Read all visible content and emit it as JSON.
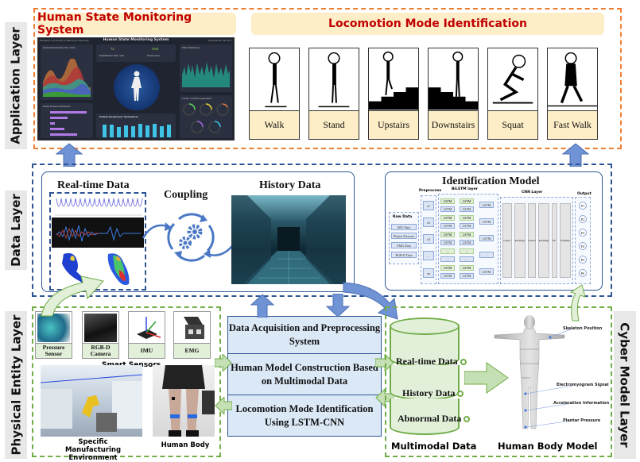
{
  "layers": {
    "application": "Application Layer",
    "data": "Data Layer",
    "physical": "Physical Entity Layer",
    "cyber": "Cyber Model Layer"
  },
  "application": {
    "monitoring_title": "Human State Monitoring System",
    "locomotion_title": "Locomotion Mode Identification",
    "dashboard": {
      "header_left": "Zhejiang University & Beihang University",
      "title": "Human State Monitoring System",
      "header_right": "2023/01/05 13:70:0",
      "inertial_panel": "Inertial Measurement Unit / Units",
      "rehab_value": "72",
      "rehab_label": "Rehabilitation Time / min",
      "status_value": "Well",
      "status_label": "Patient status",
      "emg_panel": "EMG Distribution",
      "plantar_panel": "Plantar Pressure Distribution",
      "resp_panel": "Human Respiratory Metabolism",
      "cardiac_panel": "Cardiac Condition Assessment"
    },
    "modes": [
      "Walk",
      "Stand",
      "Upstairs",
      "Downstairs",
      "Squat",
      "Fast Walk"
    ]
  },
  "data_layer": {
    "realtime_title": "Real-time Data",
    "coupling_title": "Coupling",
    "history_title": "History Data",
    "model_title": "Identification Model",
    "model": {
      "raw_data_title": "Raw Data",
      "raw_inputs": [
        "IMU Data",
        "Plantar Pressure",
        "EMG Data",
        "RGB-D Data"
      ],
      "preprocess_title": "Preprocess",
      "preprocess_nodes": [
        "x1",
        "x2",
        "x3",
        "...",
        "xn"
      ],
      "bilstm_title": "BiLSTM layer",
      "lstm_label": "LSTM",
      "cnn_title": "CNN Layer",
      "cnn_layers": [
        "Conv1",
        "Pooling1",
        "Conv2",
        "Pooling2",
        "FC",
        "Softmax"
      ],
      "output_title": "Output",
      "outputs": [
        "P1",
        "P2",
        "P3",
        "P4",
        "P5",
        "P6"
      ]
    }
  },
  "physical": {
    "sensors": [
      {
        "label": "Pressure Sensor"
      },
      {
        "label": "RGB-D Camera"
      },
      {
        "label": "IMU"
      },
      {
        "label": "EMG"
      }
    ],
    "sensors_caption": "Smart Sensors",
    "environment_caption": "Specific Manufacturing Environment",
    "human_caption": "Human Body"
  },
  "system": {
    "acquisition": "Data Acquisition and Preprocessing System",
    "construction": "Human Model Construction Based on Multimodal Data",
    "identification": "Locomotion Mode Identification Using LSTM-CNN"
  },
  "cyber": {
    "db_items": [
      "Real-time Data",
      "History Data",
      "Abnormal Data"
    ],
    "db_caption": "Multimodal Data",
    "body_caption": "Human Body Model",
    "annotations": [
      "Skeleton Position",
      "Electromyogram Signal",
      "Acceleration Information",
      "Plantar Pressure"
    ]
  },
  "colors": {
    "application_border": "#ef7d31",
    "data_border": "#2f5597",
    "physical_border": "#70ad47",
    "banner_bg": "#fdeec7",
    "banner_text": "#c00000",
    "arrow_blue": "#6f93d4",
    "arrow_green": "#c5e0b4"
  }
}
